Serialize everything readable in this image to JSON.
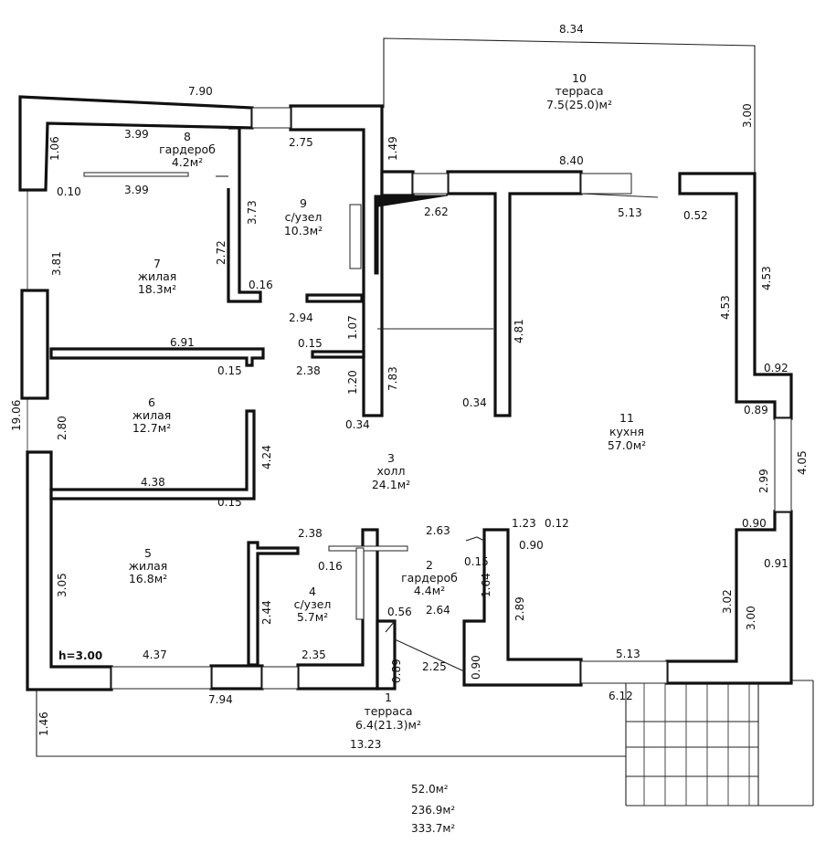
{
  "rooms": [
    {
      "no": "1",
      "name": "терраса",
      "area": "6.4(21.3)м²"
    },
    {
      "no": "2",
      "name": "гардероб",
      "area": "4.4м²"
    },
    {
      "no": "3",
      "name": "холл",
      "area": "24.1м²"
    },
    {
      "no": "4",
      "name": "с/узел",
      "area": "5.7м²"
    },
    {
      "no": "5",
      "name": "жилая",
      "area": "16.8м²"
    },
    {
      "no": "6",
      "name": "жилая",
      "area": "12.7м²"
    },
    {
      "no": "7",
      "name": "жилая",
      "area": "18.3м²"
    },
    {
      "no": "8",
      "name": "гардероб",
      "area": "4.2м²"
    },
    {
      "no": "9",
      "name": "с/узел",
      "area": "10.3м²"
    },
    {
      "no": "10",
      "name": "терраса",
      "area": "7.5(25.0)м²"
    },
    {
      "no": "11",
      "name": "кухня",
      "area": "57.0м²"
    }
  ],
  "dimensions": [
    "8.34",
    "7.90",
    "3.00",
    "1.49",
    "8.40",
    "5.13",
    "0.52",
    "4.53",
    "4.53",
    "0.92",
    "0.89",
    "2.99",
    "4.05",
    "0.90",
    "0.91",
    "3.02",
    "3.00",
    "5.13",
    "6.12",
    "2.89",
    "1.64",
    "0.15",
    "1.23",
    "0.12",
    "0.90",
    "2.63",
    "2.64",
    "0.56",
    "2.25",
    "0.89",
    "0.90",
    "1.46",
    "13.23",
    "7.94",
    "4.37",
    "2.35",
    "2.44",
    "2.38",
    "0.16",
    "3.05",
    "4.38",
    "0.15",
    "4.24",
    "2.80",
    "6.91",
    "0.15",
    "0.15",
    "2.38",
    "1.20",
    "0.34",
    "7.83",
    "1.07",
    "2.94",
    "0.16",
    "2.72",
    "3.73",
    "3.81",
    "0.10",
    "1.06",
    "3.99",
    "3.99",
    "2.75",
    "2.62",
    "4.81",
    "0.34",
    "19.06",
    "h=3.00"
  ],
  "totals": [
    "52.0м²",
    "236.9м²",
    "333.7м²"
  ]
}
